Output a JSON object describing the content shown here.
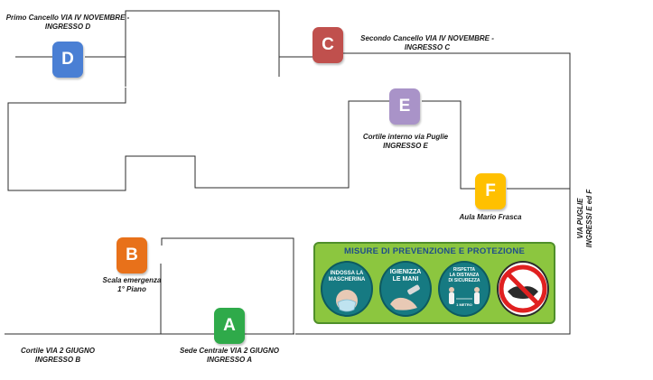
{
  "entrances": {
    "a": {
      "letter": "A",
      "color": "#2faa4a",
      "label_line1": "Sede Centrale VIA 2 GIUGNO",
      "label_line2": "INGRESSO A"
    },
    "b": {
      "letter": "B",
      "color": "#e8711a",
      "label_line1": "Scala emergenza",
      "label_line2": "1° Piano"
    },
    "c": {
      "letter": "C",
      "color": "#c0504d",
      "label_line1": "Secondo Cancello VIA IV NOVEMBRE -",
      "label_line2": "INGRESSO C"
    },
    "d": {
      "letter": "D",
      "color": "#4a7fd4",
      "label_line1": "Primo Cancello VIA IV NOVEMBRE -",
      "label_line2": "INGRESSO D"
    },
    "e": {
      "letter": "E",
      "color": "#a993c8",
      "label_line1": "Cortile  interno via Puglie",
      "label_line2": "INGRESSO E"
    },
    "f": {
      "letter": "F",
      "color": "#ffc000",
      "label_line1": "Aula Mario Frasca",
      "label_line2": ""
    }
  },
  "labels": {
    "cortile_line1": "Cortile  VIA 2 GIUGNO",
    "cortile_line2": "INGRESSO B",
    "via_puglie_line1": "VIA PUGLIE",
    "via_puglie_line2": "INGRESSI E ed F"
  },
  "board": {
    "title": "MISURE DI PREVENZIONE E PROTEZIONE",
    "measures": [
      {
        "line1": "INDOSSA LA",
        "line2": "MASCHERINA",
        "line3": "",
        "icon": "mask-icon"
      },
      {
        "line1": "IGIENIZZA",
        "line2": "LE MANI",
        "line3": "",
        "icon": "hand-sanitizer-icon"
      },
      {
        "line1": "RISPETTA",
        "line2": "LA DISTANZA",
        "line3": "DI SICUREZZA",
        "icon": "distance-icon"
      },
      {
        "line1": "",
        "line2": "",
        "line3": "",
        "icon": "no-handshake-icon"
      }
    ],
    "distance_caption": "1 METRO"
  }
}
